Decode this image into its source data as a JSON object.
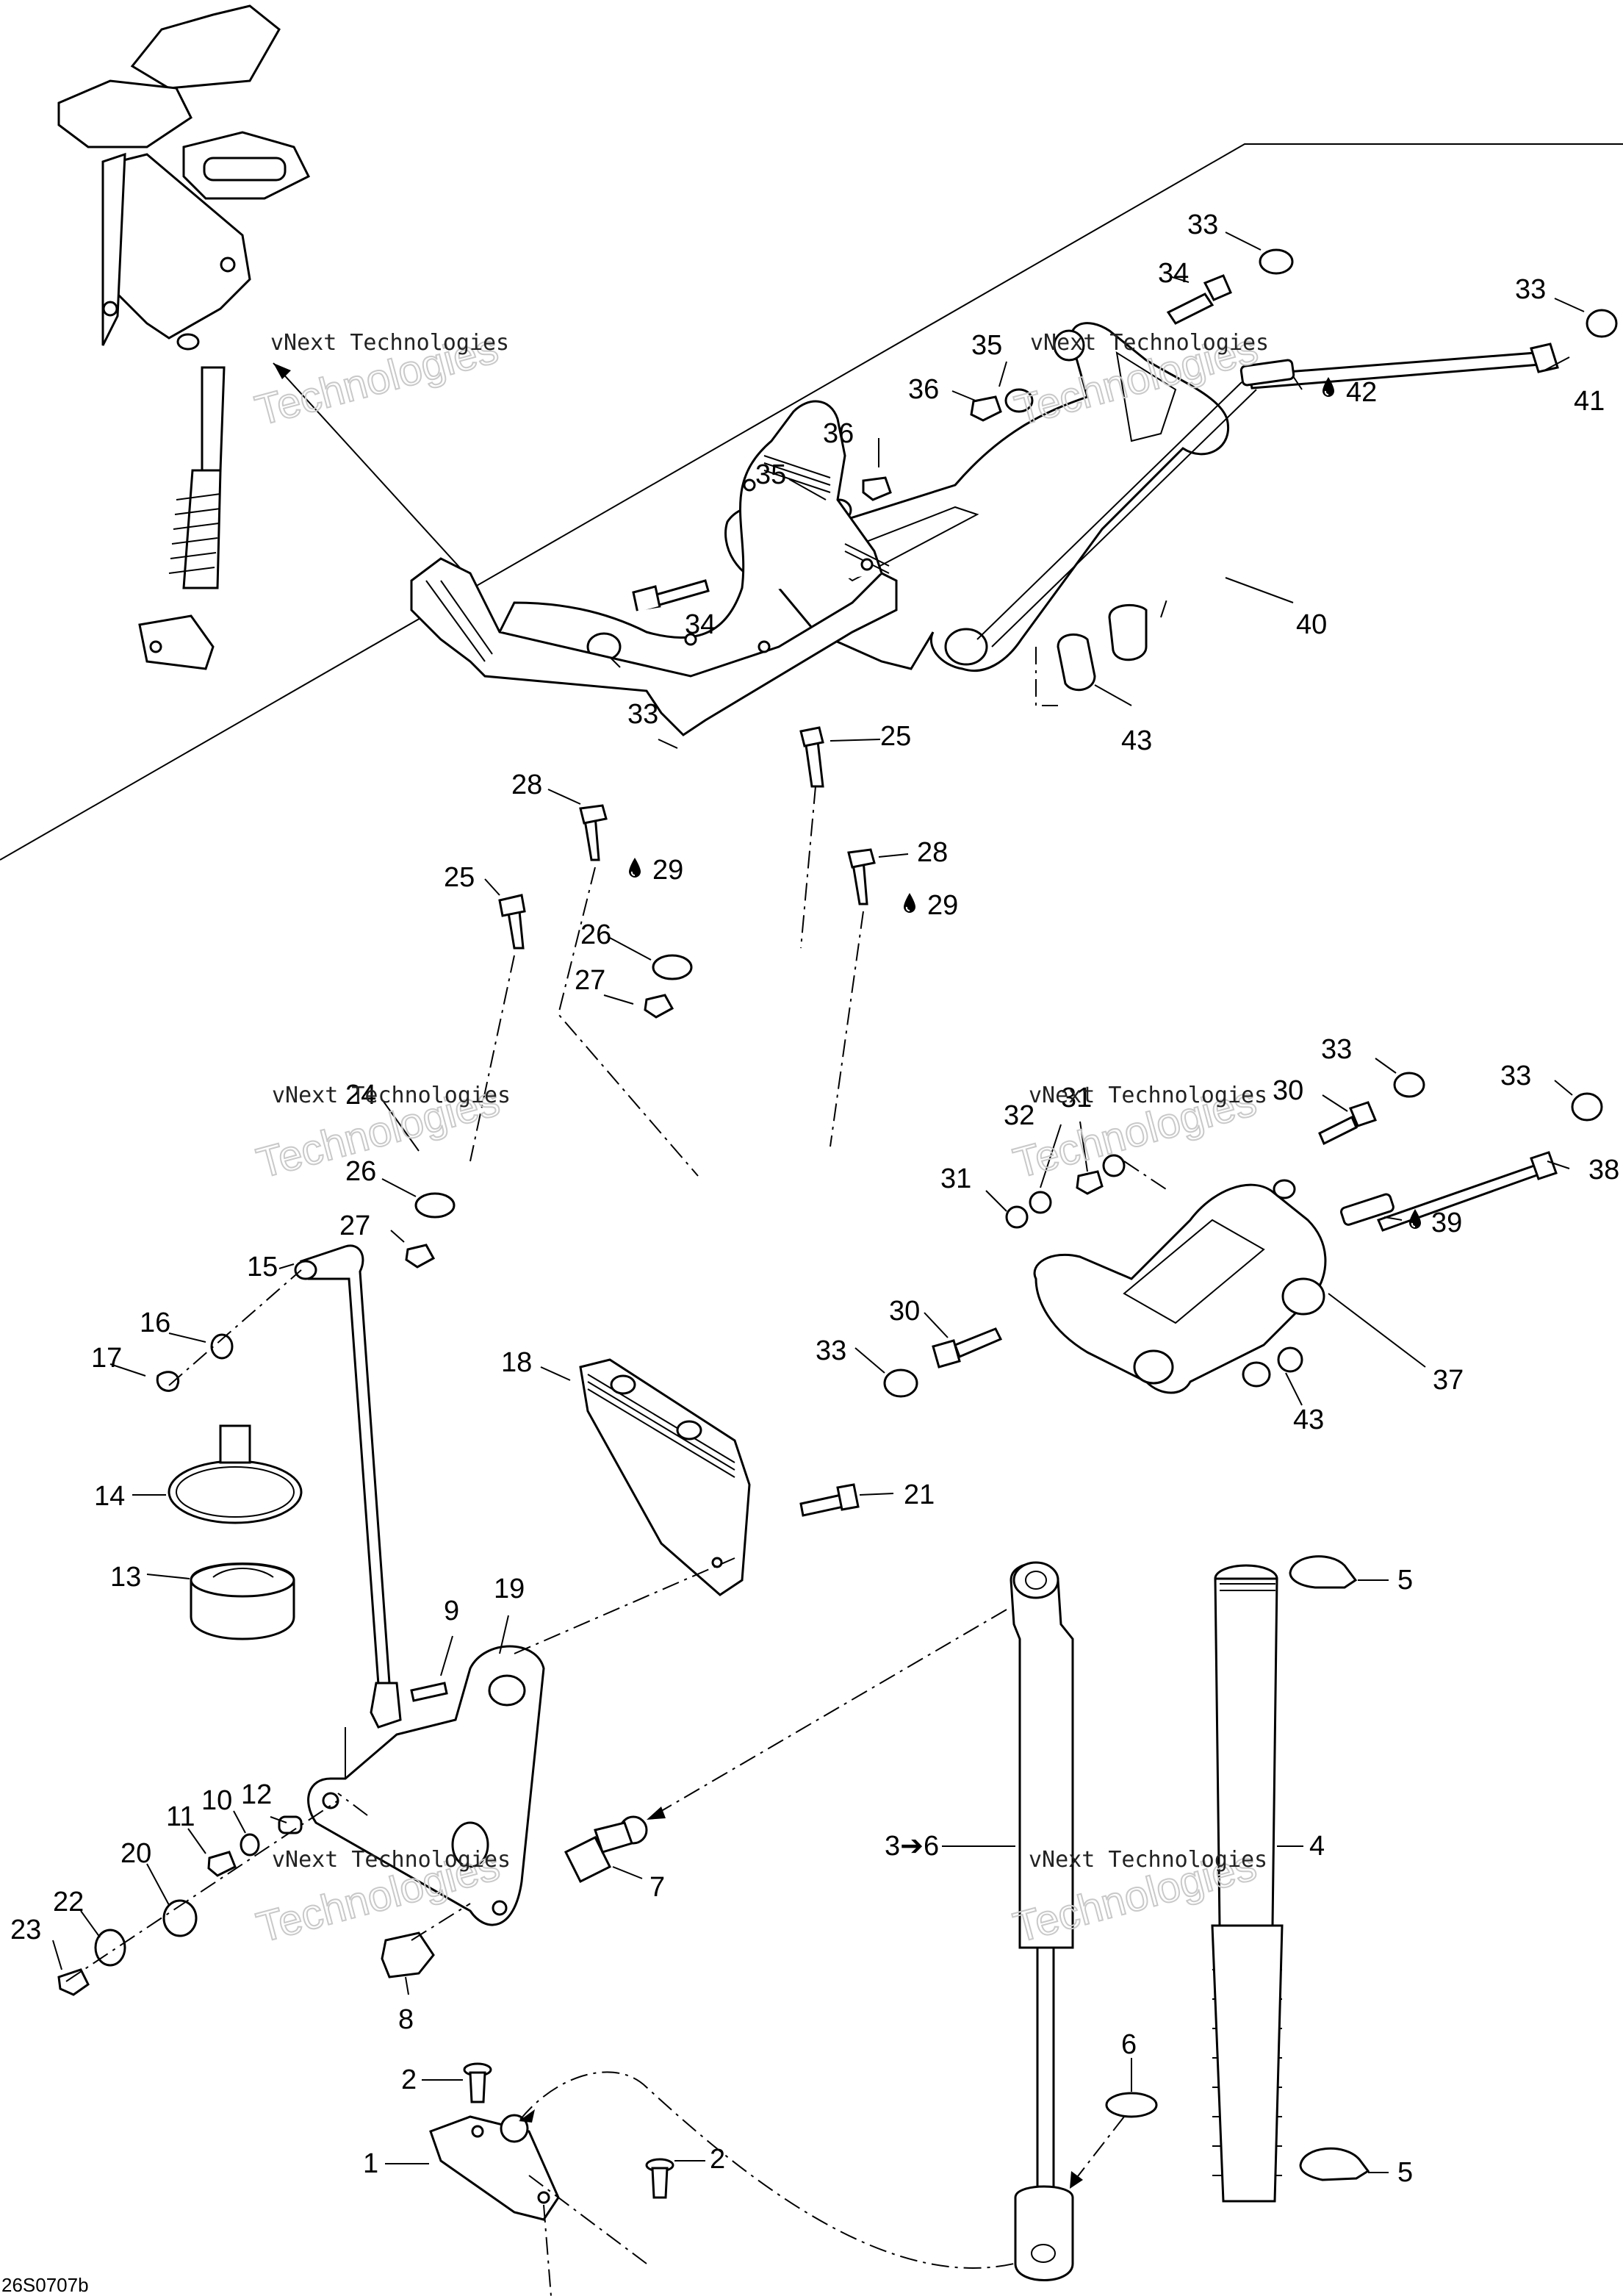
{
  "diagram": {
    "reference_code": "26S0707b",
    "watermark_lines": [
      "vNext Technologies",
      "Technologies"
    ],
    "callouts": {
      "p1": "1",
      "p2": "2",
      "p3": "3",
      "p4": "4",
      "p5": "5",
      "p6": "6",
      "p7": "7",
      "p8": "8",
      "p9": "9",
      "p10": "10",
      "p11": "11",
      "p12": "12",
      "p13": "13",
      "p14": "14",
      "p15": "15",
      "p16": "16",
      "p17": "17",
      "p18": "18",
      "p19": "19",
      "p20": "20",
      "p21": "21",
      "p22": "22",
      "p23": "23",
      "p24": "24",
      "p25": "25",
      "p26": "26",
      "p27": "27",
      "p28": "28",
      "p29": "29",
      "p30": "30",
      "p31": "31",
      "p32": "32",
      "p33": "33",
      "p34": "34",
      "p35": "35",
      "p36": "36",
      "p37": "37",
      "p38": "38",
      "p39": "39",
      "p40": "40",
      "p41": "41",
      "p42": "42",
      "p43": "43",
      "p3to6": "3➔6"
    },
    "icons": {
      "drop": "lubricant-drop-icon"
    }
  }
}
